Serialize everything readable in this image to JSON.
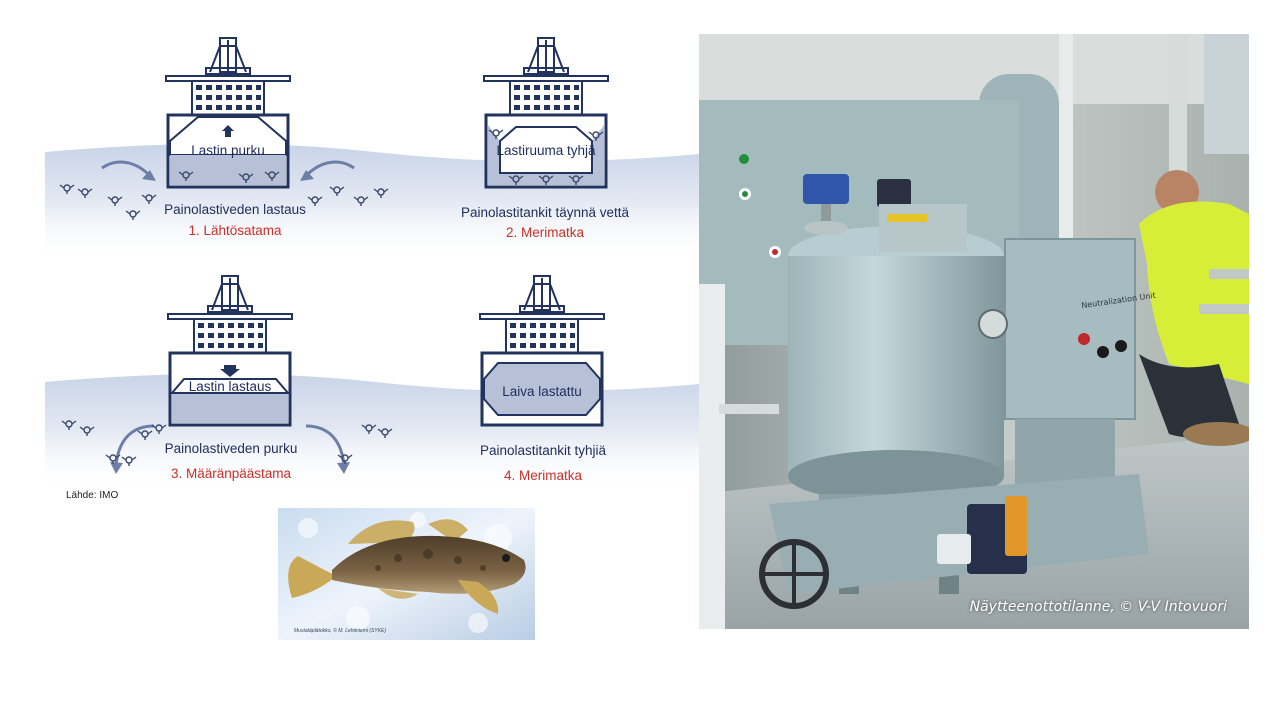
{
  "diagram": {
    "panels": [
      {
        "inside": "Lastin purku",
        "line1": "Painolastiveden lastaus",
        "line2": "1. Lähtösatama"
      },
      {
        "inside": "Lastiruuma tyhjä",
        "line1": "Painolastitankit täynnä vettä",
        "line2": "2. Merimatka"
      },
      {
        "inside": "Lastin lastaus",
        "line1": "Painolastiveden purku",
        "line2": "3. Määränpäästama"
      },
      {
        "inside": "Laiva lastattu",
        "line1": "Painolastitankit tyhjiä",
        "line2": "4. Merimatka"
      }
    ],
    "source": "Lähde: IMO",
    "colors": {
      "navy": "#1f2d5a",
      "red": "#c8302a",
      "water": "#dfe6f2"
    }
  },
  "fish_photo": {
    "credit": "Mustatäplätokko, © M. Lehtiniemi (SYKE)"
  },
  "equipment_photo": {
    "caption": "Näytteenottotilanne, © V-V Intovuori",
    "unit_label": "Neutralization Unit"
  }
}
